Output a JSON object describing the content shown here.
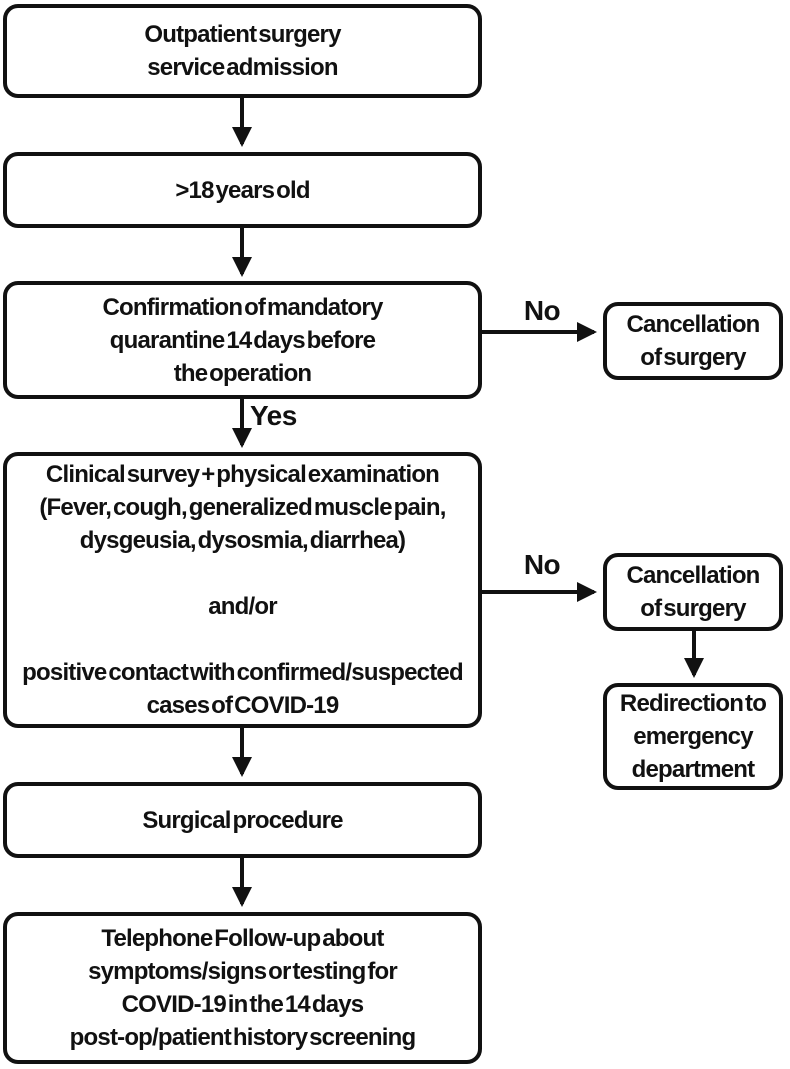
{
  "figure": {
    "type": "flowchart",
    "stroke_color": "#111111",
    "background_color": "#ffffff",
    "nodes": {
      "admission": {
        "lines": [
          "Outpatient surgery",
          "service admission"
        ]
      },
      "age": {
        "lines": [
          ">18 years old"
        ]
      },
      "quarantine": {
        "lines": [
          "Confirmation of mandatory",
          "quarantine 14 days before",
          "the operation"
        ]
      },
      "screening": {
        "lines": [
          "Clinical survey + physical examination",
          "(Fever, cough, generalized muscle pain,",
          "dysgeusia, dysosmia, diarrhea)",
          "",
          "and/or",
          "",
          "positive contact with confirmed/suspected",
          "cases of COVID-19"
        ]
      },
      "procedure": {
        "lines": [
          "Surgical procedure"
        ]
      },
      "followup": {
        "lines": [
          "Telephone Follow-up about",
          "symptoms/signs or testing for",
          "COVID-19 in the 14 days",
          "post-op/patient history screening"
        ]
      },
      "cancel_quarantine": {
        "lines": [
          "Cancellation",
          "of surgery"
        ]
      },
      "cancel_screening": {
        "lines": [
          "Cancellation",
          "of surgery"
        ]
      },
      "redirect": {
        "lines": [
          "Redirection to",
          "emergency",
          "department"
        ]
      }
    },
    "edge_labels": {
      "quarantine_no": "No",
      "quarantine_yes": "Yes",
      "screening_no": "No"
    }
  }
}
